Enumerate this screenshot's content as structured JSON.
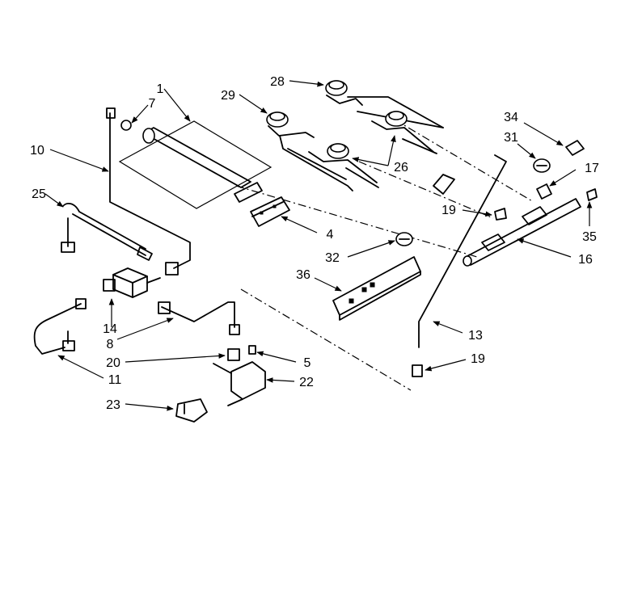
{
  "callouts": {
    "c1": "1",
    "c4": "4",
    "c5": "5",
    "c7": "7",
    "c8": "8",
    "c10": "10",
    "c11": "11",
    "c13": "13",
    "c14": "14",
    "c16": "16",
    "c17": "17",
    "c19a": "19",
    "c19b": "19",
    "c20": "20",
    "c22": "22",
    "c23": "23",
    "c25": "25",
    "c26": "26",
    "c28": "28",
    "c29": "29",
    "c31": "31",
    "c32": "32",
    "c34": "34",
    "c35": "35",
    "c36": "36"
  }
}
